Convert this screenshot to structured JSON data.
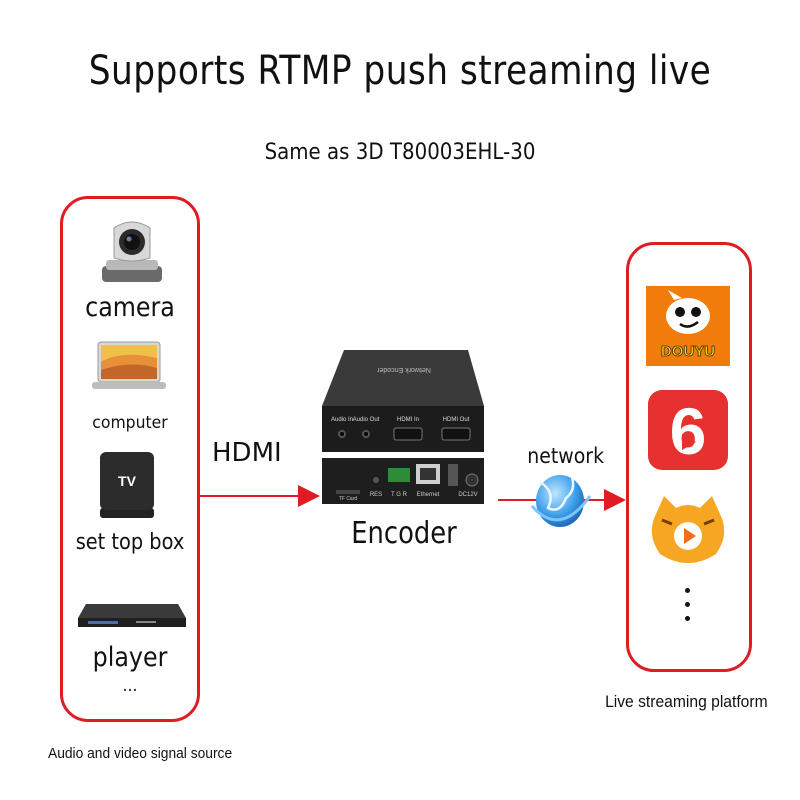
{
  "title": "Supports RTMP push streaming live",
  "subtitle": "Same as 3D T80003EHL-30",
  "sources": {
    "items": [
      {
        "label": "camera",
        "icon": "camera-icon"
      },
      {
        "label": "computer",
        "icon": "laptop-icon"
      },
      {
        "label": "set top box",
        "icon": "set-top-box-icon",
        "badge": "TV"
      },
      {
        "label": "player",
        "icon": "dvd-player-icon"
      }
    ],
    "more": "...",
    "caption": "Audio and video signal source"
  },
  "connections": {
    "hdmi": "HDMI",
    "network": "network"
  },
  "encoder": {
    "label": "Encoder",
    "front_ports": [
      "Audio In",
      "Audio Out",
      "HDMI In",
      "HDMI Out"
    ],
    "back_ports": [
      "TF Card",
      "RES",
      "T G R",
      "Ethernet",
      "DC12V"
    ],
    "top_text": "Network Encoder"
  },
  "platforms": {
    "items": [
      {
        "name": "DOUYU",
        "logo_text": "DOUYU",
        "icon": "douyu-logo-icon",
        "color": "#f07c0a"
      },
      {
        "name": "Kuaishou",
        "logo_text": "6",
        "icon": "kuaishou-logo-icon",
        "color": "#e6312e"
      },
      {
        "name": "Huya",
        "icon": "huya-logo-icon",
        "color": "#f6a623"
      }
    ],
    "more": "⋮",
    "caption": "Live streaming platform"
  },
  "colors": {
    "accent": "#e01b24",
    "globe": "#2f8fe0"
  }
}
